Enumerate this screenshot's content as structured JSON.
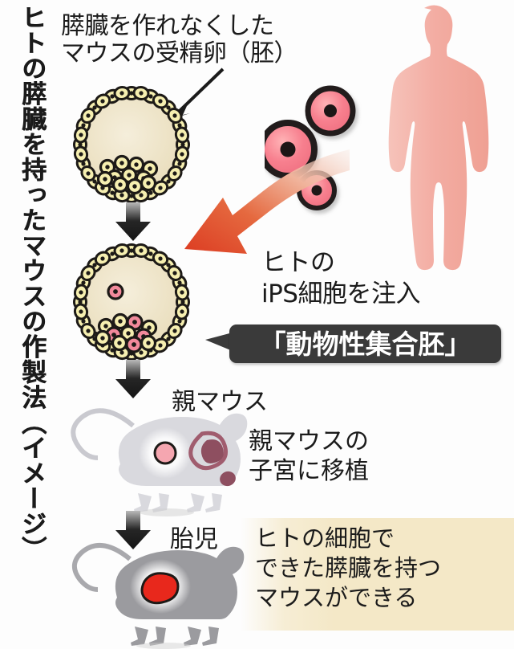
{
  "figure": {
    "vertical_title": "ヒトの膵臓を持ったマウスの作製法（イメージ）",
    "background_color": "#ffffff"
  },
  "steps": {
    "embryo_caption": "膵臓を作れなくした\nマウスの受精卵（胚）",
    "ips_injection": "ヒトの\niPS細胞を注入",
    "badge_label": "「動物性集合胚」",
    "parent_mouse_label": "親マウス",
    "transplant_text": "親マウスの\n子宮に移植",
    "fetus_label": "胎児",
    "result_text": "ヒトの細胞で\nできた膵臓を持つ\nマウスができる"
  },
  "icons": {
    "embryo_blank": "blastocyst-icon",
    "embryo_mixed": "chimeric-blastocyst-icon",
    "ips_cell": "ips-cell-icon",
    "human": "human-silhouette-icon",
    "parent_mouse": "parent-mouse-icon",
    "fetus_mouse": "fetus-mouse-icon",
    "down_arrow": "down-arrow-icon",
    "injection_arrow": "curved-red-arrow-icon",
    "pointer_arrow": "thin-pointer-arrow-icon"
  },
  "colors": {
    "accent_red": "#e0412a",
    "badge_bg": "#3a3a3a",
    "cream_panel": "#f4e8c7",
    "embryo_fill": "#efe5c8",
    "embryo_cell": "#f4edb2",
    "ips_pink": "#f4808f",
    "human_skin": "#f2aca3",
    "mouse_grey": "#d9d9dd",
    "fetus_grey": "#9b9b9b",
    "pancreas_red": "#e8281c",
    "text": "#1b1b1b"
  }
}
